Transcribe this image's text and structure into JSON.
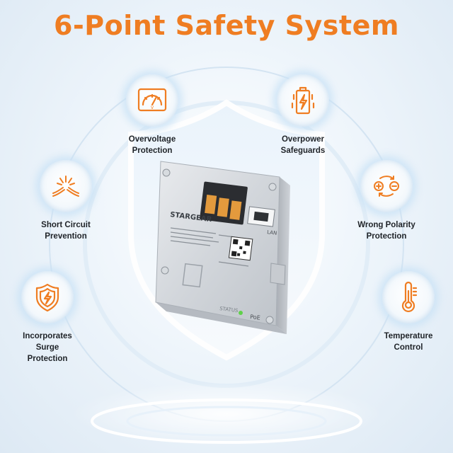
{
  "title": "6-Point Safety System",
  "colors": {
    "accent": "#ef7d22",
    "label_text": "#1f2328",
    "ring": "#cfe2f2"
  },
  "features": [
    {
      "id": "overvoltage",
      "icon": "gauge-icon",
      "line1": "Overvoltage",
      "line2": "Protection"
    },
    {
      "id": "overpower",
      "icon": "battery-bolt-icon",
      "line1": "Overpower",
      "line2": "Safeguards"
    },
    {
      "id": "short-circuit",
      "icon": "spark-wire-icon",
      "line1": "Short Circuit",
      "line2": "Prevention"
    },
    {
      "id": "polarity",
      "icon": "polarity-cycle-icon",
      "line1": "Wrong Polarity",
      "line2": "Protection"
    },
    {
      "id": "surge",
      "icon": "shield-bolt-icon",
      "line1": "Incorporates",
      "line2": "Surge",
      "line3": "Protection"
    },
    {
      "id": "temperature",
      "icon": "thermometer-icon",
      "line1": "Temperature",
      "line2": "Control"
    }
  ],
  "device": {
    "brand": "STARGEAR",
    "port_label": "LAN",
    "status_label": "STATUS",
    "poe_label": "PoE"
  }
}
